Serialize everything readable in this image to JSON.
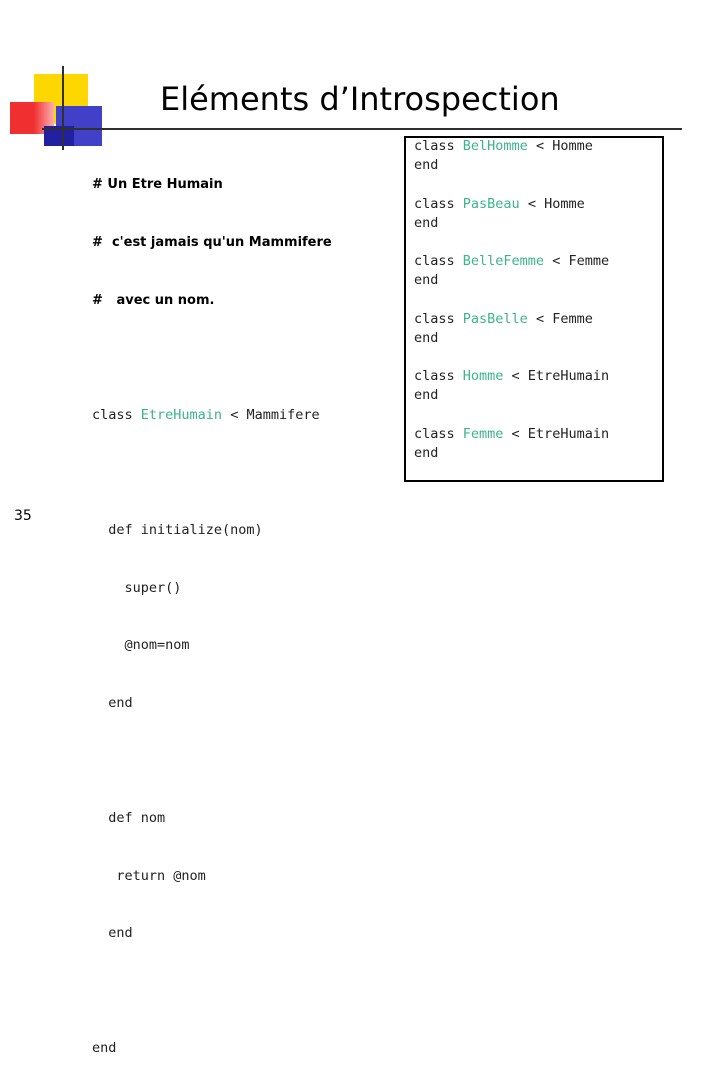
{
  "slide": {
    "title": "Eléments d’Introspection",
    "page_number": "35",
    "colors": {
      "class_name": "#3cb48c",
      "text": "#222222",
      "accent_yellow": "#ffd700",
      "accent_red": "#f03030",
      "accent_blue": "#4040c8"
    }
  },
  "left_code": {
    "comments": [
      "# Un Etre Humain",
      "#  c'est jamais qu'un Mammifere",
      "#   avec un nom."
    ],
    "class_decl": {
      "kw": "class ",
      "name": "EtreHumain",
      "rest": " < Mammifere"
    },
    "lines": [
      "  def initialize(nom)",
      "    super()",
      "    @nom=nom",
      "  end",
      "",
      "  def nom",
      "   return @nom",
      "  end",
      "",
      "end"
    ]
  },
  "right_code": {
    "classes": [
      {
        "kw": "class ",
        "name": "BelHomme",
        "rest": " < Homme",
        "end": "end"
      },
      {
        "kw": "class ",
        "name": "PasBeau",
        "rest": " < Homme",
        "end": "end"
      },
      {
        "kw": "class ",
        "name": "BelleFemme",
        "rest": " < Femme",
        "end": "end"
      },
      {
        "kw": "class ",
        "name": "PasBelle",
        "rest": " < Femme",
        "end": "end"
      },
      {
        "kw": "class ",
        "name": "Homme",
        "rest": " < EtreHumain",
        "end": "end"
      },
      {
        "kw": "class ",
        "name": "Femme",
        "rest": " < EtreHumain",
        "end": "end"
      }
    ]
  }
}
